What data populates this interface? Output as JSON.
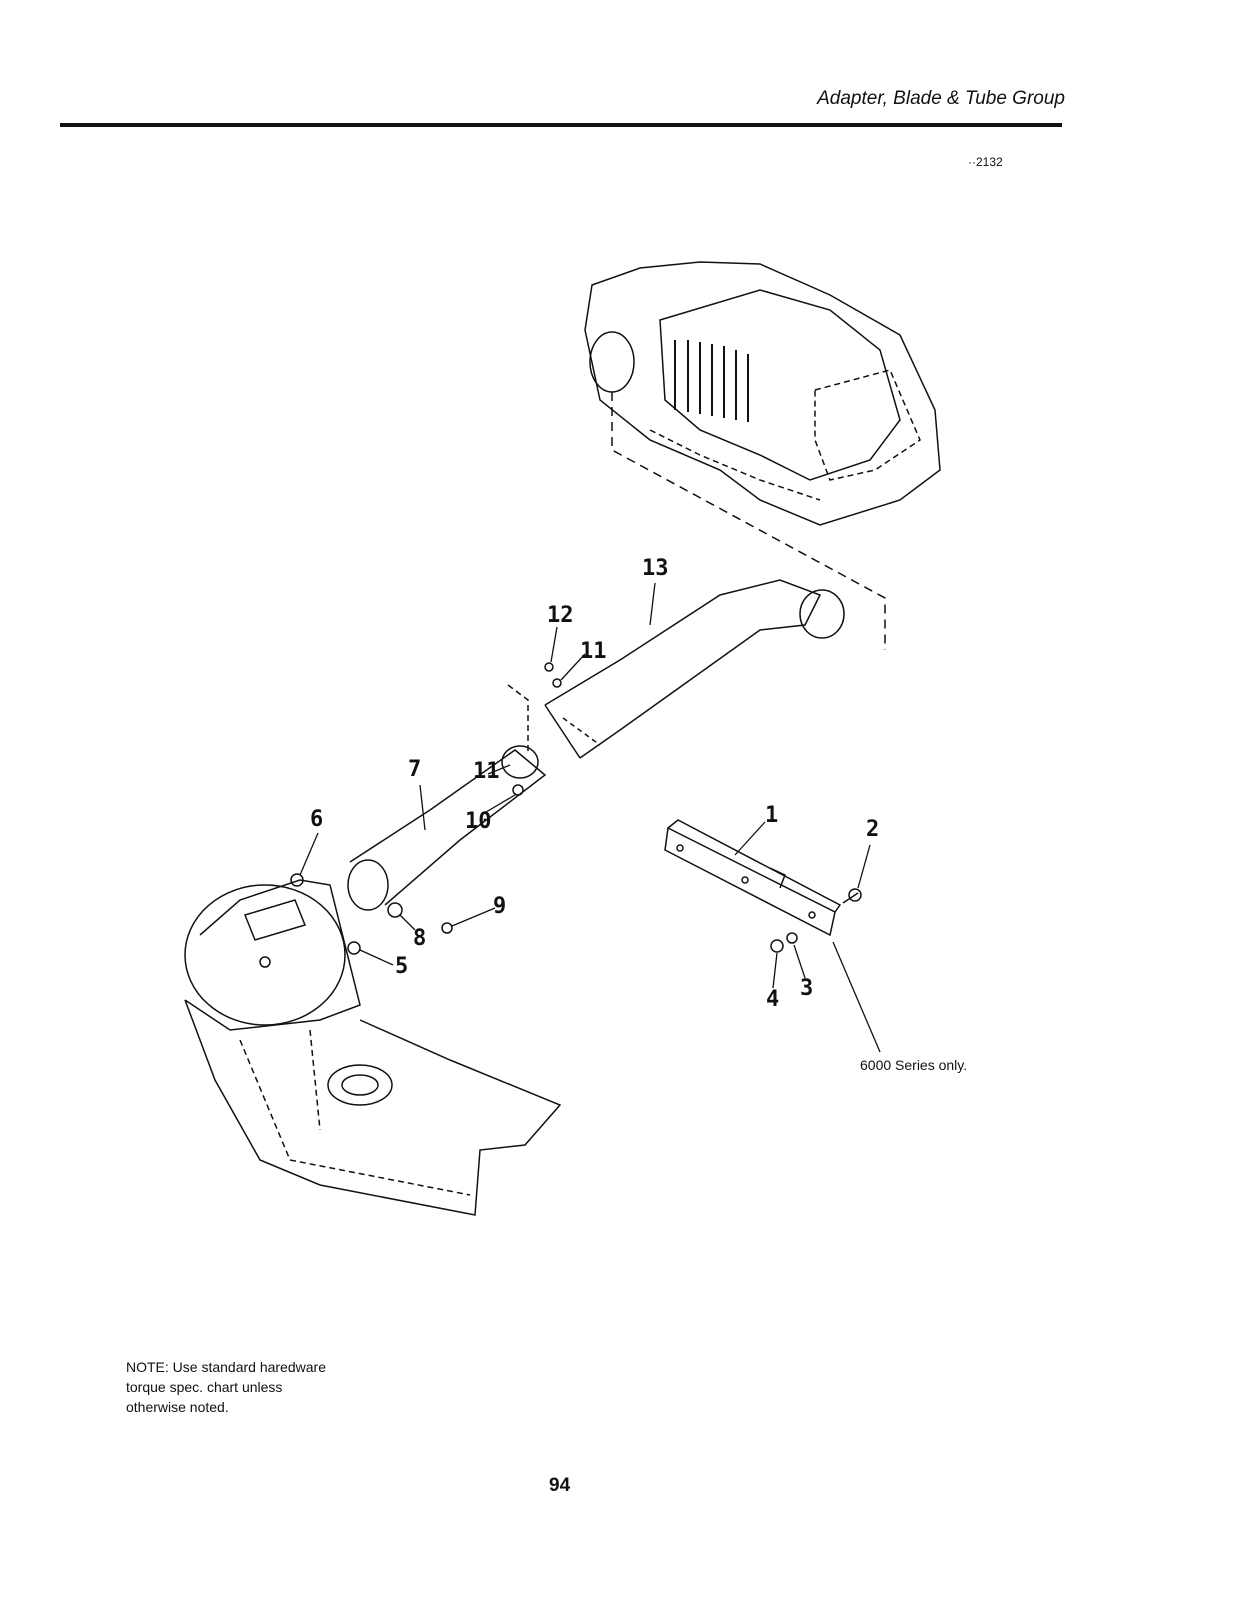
{
  "header": {
    "title": "Adapter, Blade & Tube Group"
  },
  "ref_code": "··2132",
  "callouts": {
    "c1": "1",
    "c2": "2",
    "c3": "3",
    "c4": "4",
    "c5": "5",
    "c6": "6",
    "c7": "7",
    "c8": "8",
    "c9": "9",
    "c10": "10",
    "c11a": "11",
    "c11b": "11",
    "c12": "12",
    "c13": "13"
  },
  "annotation": "6000 Series only.",
  "note": {
    "line1": "NOTE: Use standard haredware",
    "line2": "torque spec. chart unless",
    "line3": "otherwise noted."
  },
  "page_number": "94"
}
